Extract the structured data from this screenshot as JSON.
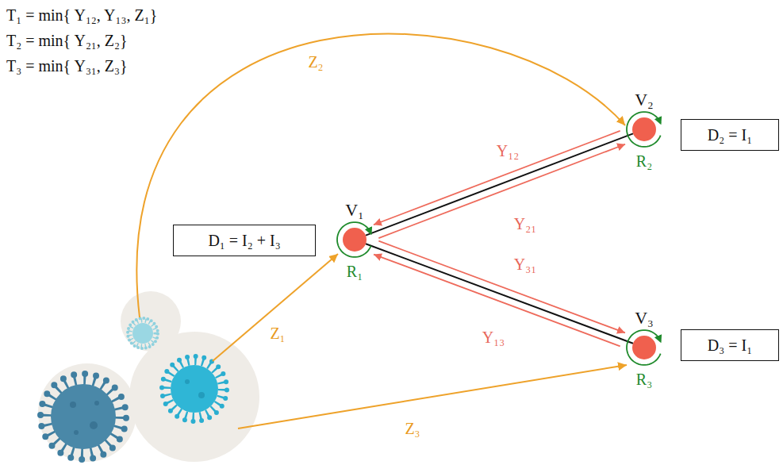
{
  "diagram": {
    "nodes": [
      {
        "text": [
          "V₁"
        ]
      },
      {
        "text": [
          "V₂"
        ]
      },
      {
        "text": [
          "V₃"
        ]
      },
      {
        "text": [
          "D₁ = I₂ + I₃"
        ]
      },
      {
        "text": [
          "D₂ = I₁"
        ]
      },
      {
        "text": [
          "D₃ = I₁"
        ]
      }
    ],
    "edges": [
      {
        "from": 1,
        "to": 0,
        "arrow": "to",
        "label": "Y₁₂"
      },
      {
        "from": 0,
        "to": 1,
        "arrow": "to",
        "label": "Y₂₁"
      },
      {
        "from": 0,
        "to": 2,
        "arrow": "to",
        "label": "Y₃₁"
      },
      {
        "from": 2,
        "to": 0,
        "arrow": "to",
        "label": "Y₁₃"
      },
      {
        "from": 0,
        "to": 1,
        "arrow": "none"
      },
      {
        "from": 0,
        "to": 2,
        "arrow": "none"
      },
      {
        "from": 0,
        "to": 0,
        "arrow": "to",
        "label": "R₁"
      },
      {
        "from": 1,
        "to": 1,
        "arrow": "to",
        "label": "R₂"
      },
      {
        "from": 2,
        "to": 2,
        "arrow": "to",
        "label": "R₃"
      }
    ],
    "labels": [
      "T₁ = min{ Y₁₂, Y₁₃, Z₁}",
      "T₂ = min{ Y₂₁, Z₂}",
      "T₃ = min{ Y₃₁, Z₃}",
      "Z₂",
      "Z₁",
      "Z₃"
    ]
  }
}
